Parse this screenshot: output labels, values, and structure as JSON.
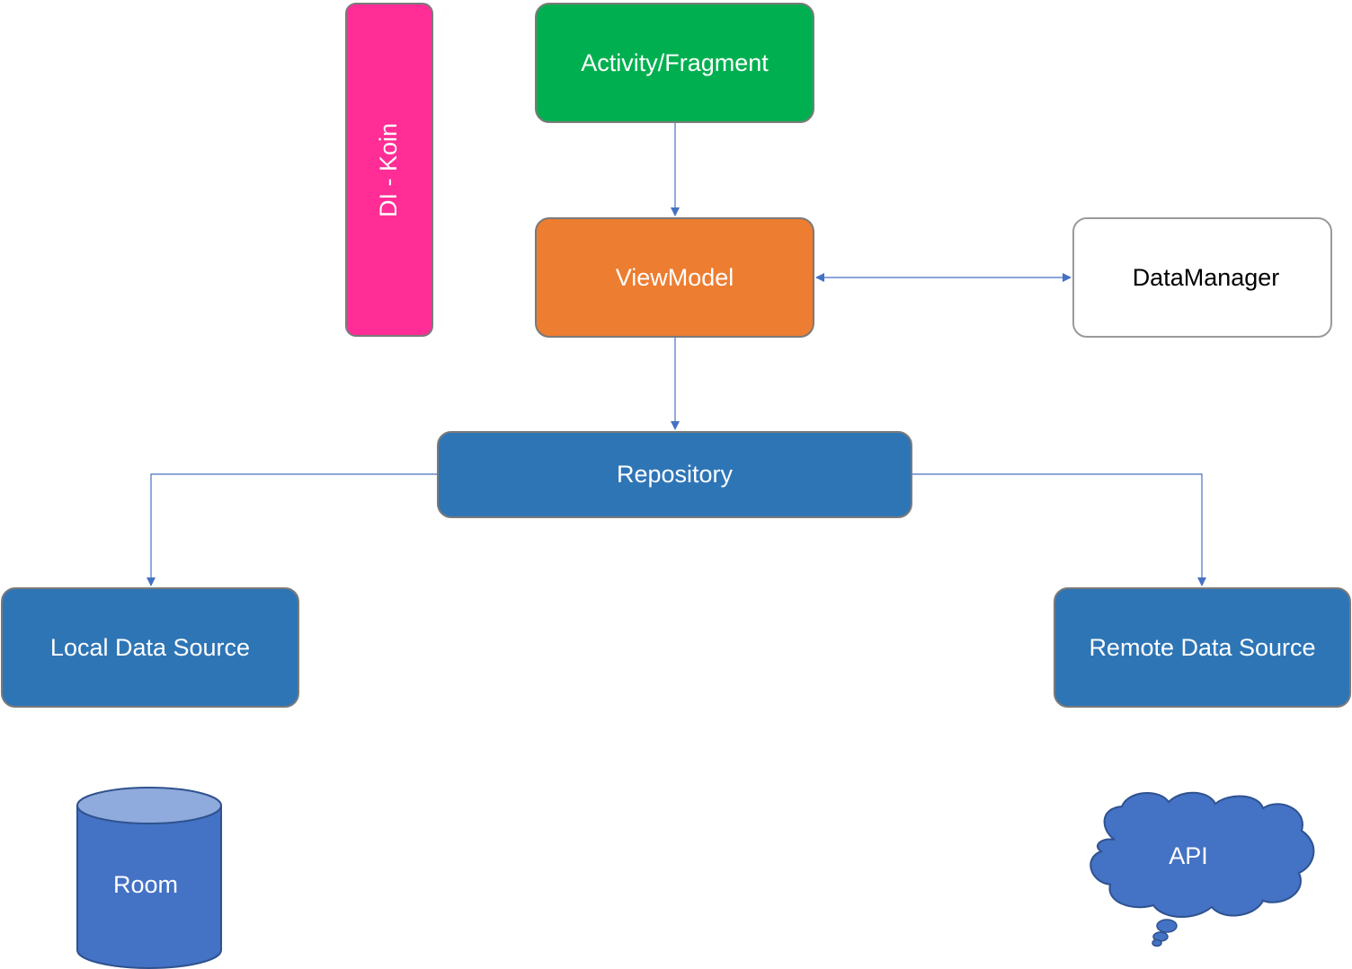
{
  "colors": {
    "activity_fill": "#00B050",
    "viewmodel_fill": "#ED7D31",
    "repository_fill": "#2E75B6",
    "datasource_fill": "#2E75B6",
    "di_fill": "#FF2D95",
    "datamanager_fill": "#FFFFFF",
    "db_fill": "#4472C4",
    "db_top_fill": "#8FAADC",
    "cloud_fill": "#4472C4",
    "connector": "#4472C4"
  },
  "nodes": {
    "activity": {
      "label": "Activity/Fragment",
      "icon": "rounded-rectangle"
    },
    "viewmodel": {
      "label": "ViewModel",
      "icon": "rounded-rectangle"
    },
    "datamanager": {
      "label": "DataManager",
      "icon": "rounded-rectangle"
    },
    "repository": {
      "label": "Repository",
      "icon": "rounded-rectangle"
    },
    "local_data_source": {
      "label": "Local Data Source",
      "icon": "rounded-rectangle"
    },
    "remote_data_source": {
      "label": "Remote Data Source",
      "icon": "rounded-rectangle"
    },
    "di": {
      "label": "DI - Koin",
      "icon": "vertical-bar"
    },
    "room": {
      "label": "Room",
      "icon": "database-cylinder-icon"
    },
    "api": {
      "label": "API",
      "icon": "cloud-icon"
    }
  },
  "edges": [
    {
      "from": "Activity/Fragment",
      "to": "ViewModel",
      "direction": "one-way"
    },
    {
      "from": "ViewModel",
      "to": "DataManager",
      "direction": "two-way"
    },
    {
      "from": "ViewModel",
      "to": "Repository",
      "direction": "one-way"
    },
    {
      "from": "Repository",
      "to": "Local Data Source",
      "direction": "one-way"
    },
    {
      "from": "Repository",
      "to": "Remote Data Source",
      "direction": "one-way"
    }
  ]
}
